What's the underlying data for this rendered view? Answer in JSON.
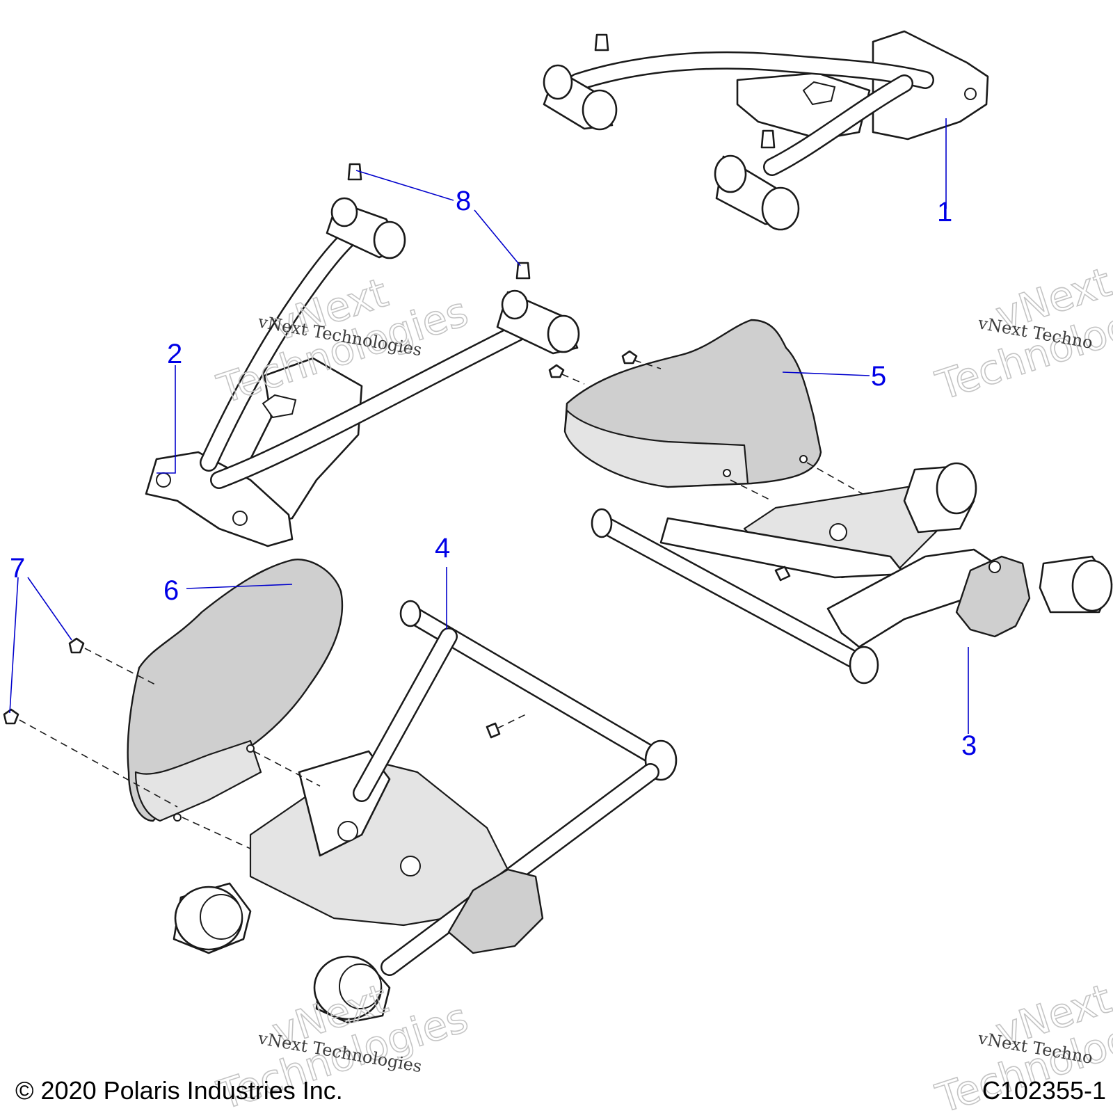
{
  "diagram": {
    "callouts": [
      {
        "id": "1",
        "label": "1"
      },
      {
        "id": "2",
        "label": "2"
      },
      {
        "id": "3",
        "label": "3"
      },
      {
        "id": "4",
        "label": "4"
      },
      {
        "id": "5",
        "label": "5"
      },
      {
        "id": "6",
        "label": "6"
      },
      {
        "id": "7",
        "label": "7"
      },
      {
        "id": "8",
        "label": "8"
      }
    ],
    "watermarks": {
      "line_full": "vNext Technologies",
      "line_clipped": "vNext Techno",
      "big_brand": "vNext",
      "big_word": "Technologies"
    },
    "footer": {
      "copyright": "© 2020 Polaris Industries Inc.",
      "drawing_number": "C102355-1"
    }
  }
}
